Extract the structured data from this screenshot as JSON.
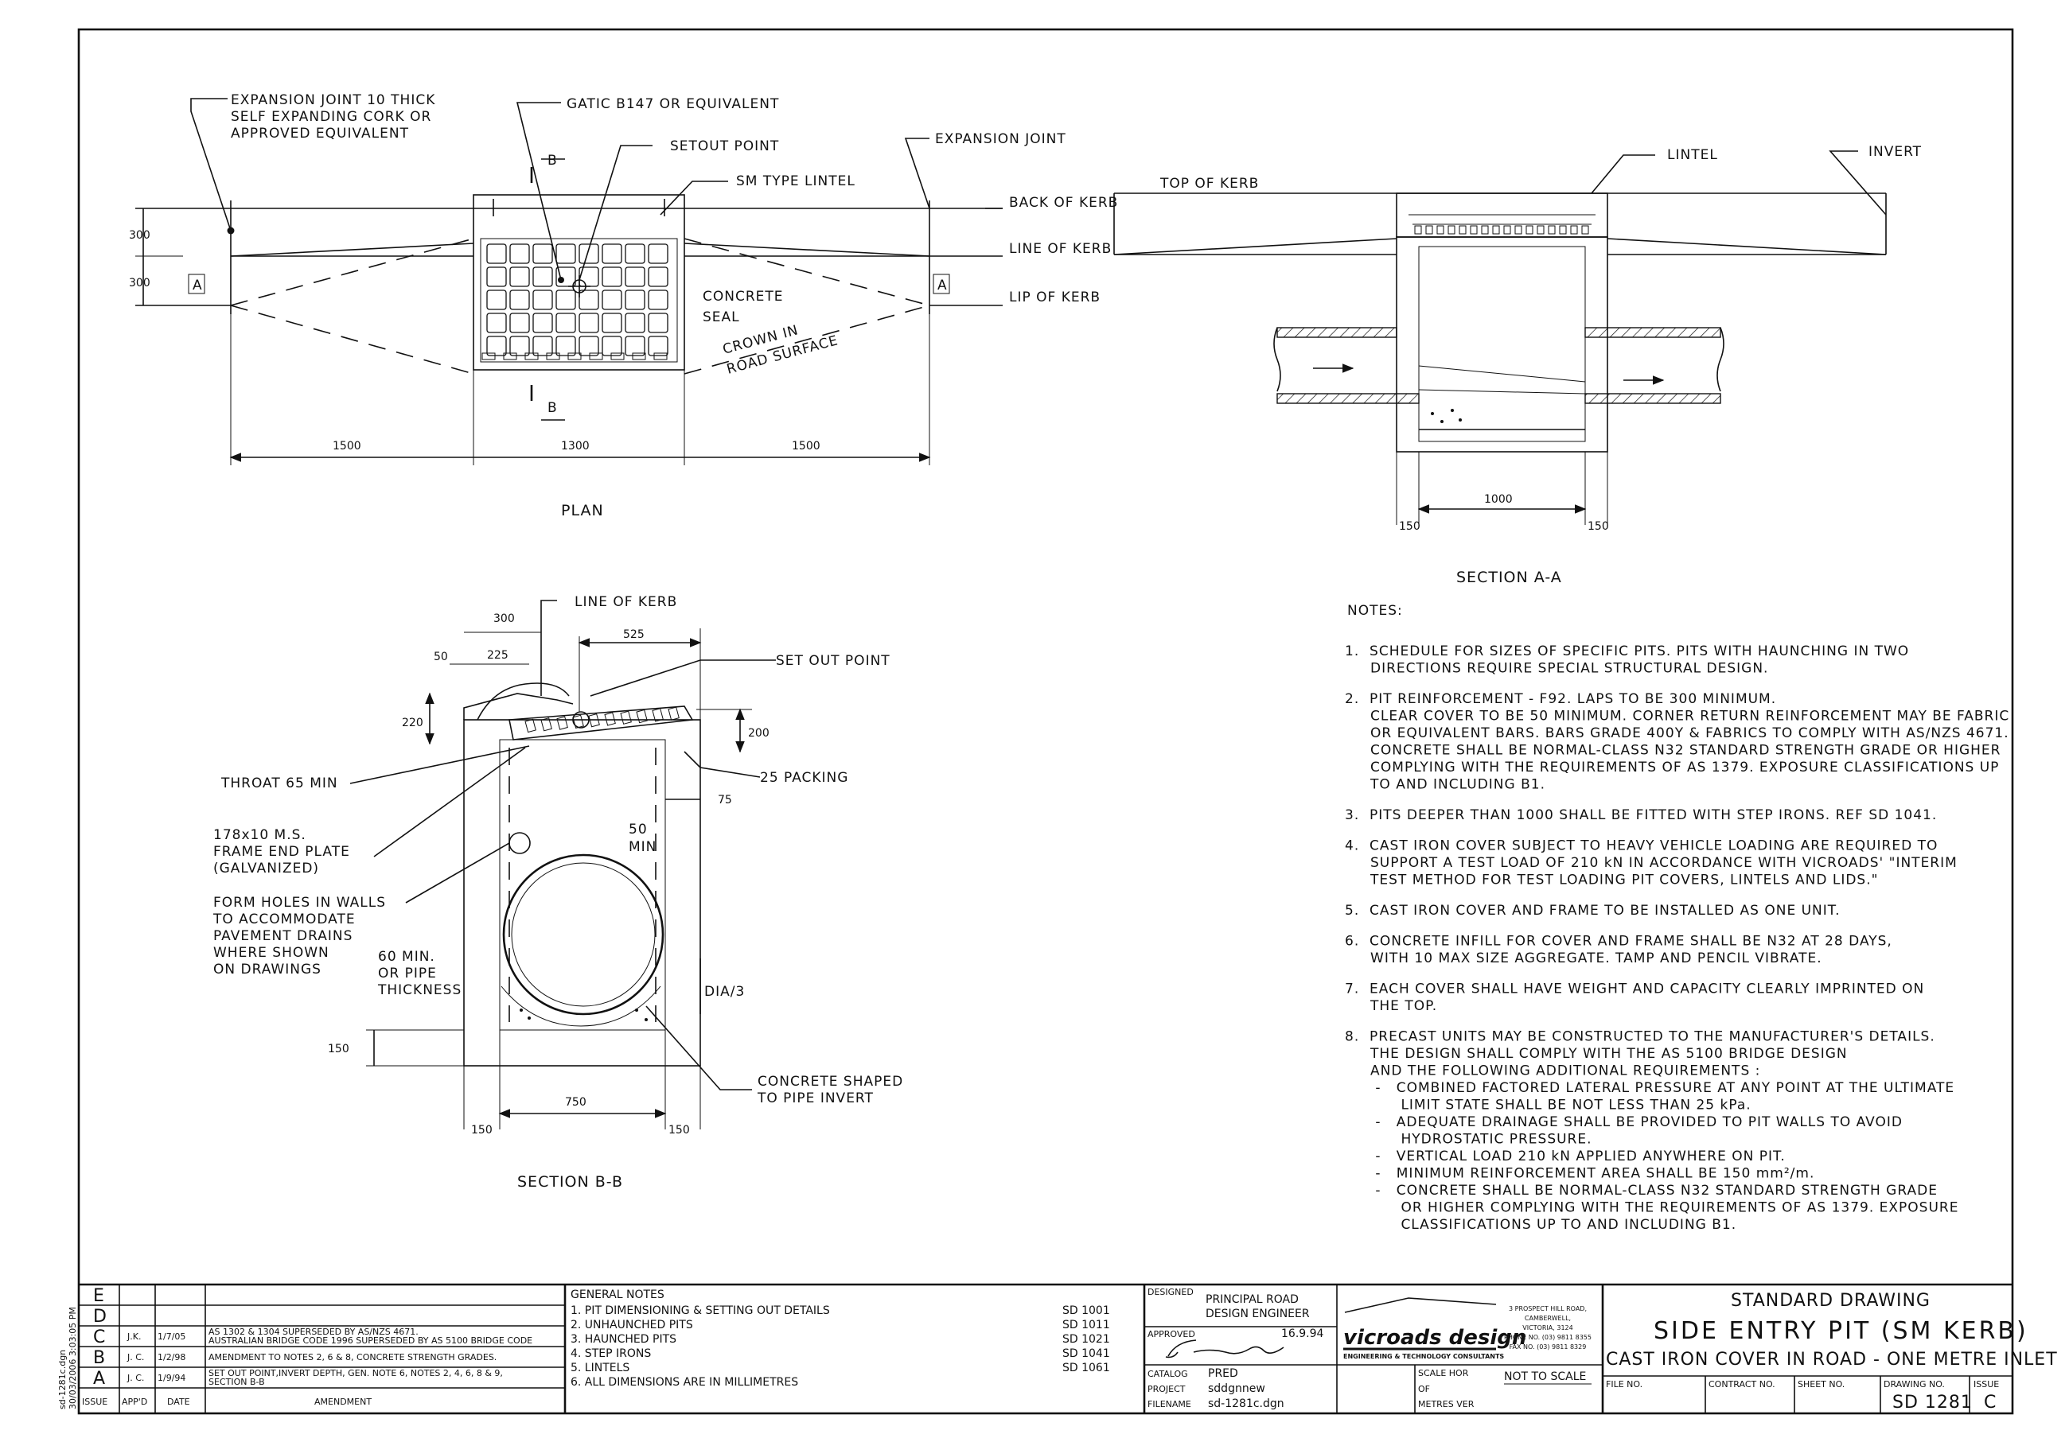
{
  "plan": {
    "title": "PLAN",
    "labels": {
      "expansion_joint_left": [
        "EXPANSION JOINT 10 THICK",
        "SELF EXPANDING CORK OR",
        "APPROVED EQUIVALENT"
      ],
      "gatic": "GATIC B147 OR EQUIVALENT",
      "setout_point": "SETOUT POINT",
      "sm_lintel": "SM TYPE LINTEL",
      "expansion_joint_right": "EXPANSION JOINT",
      "back_of_kerb": "BACK OF KERB",
      "line_of_kerb": "LINE OF KERB",
      "lip_of_kerb": "LIP OF KERB",
      "concrete_seal": [
        "CONCRETE",
        "SEAL"
      ],
      "crown": [
        "CROWN IN",
        "ROAD SURFACE"
      ],
      "section_a": "A",
      "section_b": "B"
    },
    "dims": {
      "d300a": "300",
      "d300b": "300",
      "d1500a": "1500",
      "d1300": "1300",
      "d1500b": "1500"
    }
  },
  "section_aa": {
    "title": "SECTION A-A",
    "labels": {
      "top_of_kerb": "TOP OF KERB",
      "lintel": "LINTEL",
      "invert": "INVERT"
    },
    "dims": {
      "d1000": "1000",
      "d150a": "150",
      "d150b": "150"
    }
  },
  "section_bb": {
    "title": "SECTION B-B",
    "labels": {
      "line_of_kerb": "LINE OF KERB",
      "set_out_point": "SET OUT POINT",
      "packing": "25 PACKING",
      "throat": "THROAT 65 MIN",
      "frame_end": [
        "178x10 M.S.",
        "FRAME END PLATE",
        "(GALVANIZED)"
      ],
      "form_holes": [
        "FORM HOLES IN WALLS",
        "TO ACCOMMODATE",
        "PAVEMENT DRAINS",
        "WHERE SHOWN",
        "ON DRAWINGS"
      ],
      "min60": [
        "60 MIN.",
        "OR PIPE",
        "THICKNESS"
      ],
      "min50": [
        "50",
        "MIN"
      ],
      "dia3": "DIA/3",
      "concrete_shaped": [
        "CONCRETE SHAPED",
        "TO PIPE INVERT"
      ]
    },
    "dims": {
      "d300": "300",
      "d525": "525",
      "d50": "50",
      "d225": "225",
      "d220": "220",
      "d200": "200",
      "d75": "75",
      "d150": "150",
      "d750": "750",
      "d150a": "150",
      "d150b": "150"
    }
  },
  "notes": {
    "heading": "NOTES:",
    "items": [
      {
        "lines": [
          "1.  SCHEDULE FOR SIZES OF SPECIFIC PITS. PITS WITH HAUNCHING IN TWO",
          "     DIRECTIONS REQUIRE SPECIAL STRUCTURAL DESIGN."
        ]
      },
      {
        "lines": [
          "2.  PIT REINFORCEMENT - F92. LAPS TO BE 300 MINIMUM.",
          "     CLEAR COVER TO BE 50 MINIMUM. CORNER RETURN REINFORCEMENT MAY BE FABRIC",
          "     OR EQUIVALENT BARS. BARS GRADE 400Y & FABRICS TO COMPLY WITH AS/NZS 4671.",
          "     CONCRETE SHALL BE NORMAL-CLASS N32 STANDARD STRENGTH GRADE OR HIGHER",
          "     COMPLYING WITH THE REQUIREMENTS OF AS 1379. EXPOSURE CLASSIFICATIONS UP",
          "     TO AND INCLUDING B1."
        ]
      },
      {
        "lines": [
          "3.  PITS DEEPER THAN 1000 SHALL BE FITTED WITH STEP IRONS. REF SD 1041."
        ]
      },
      {
        "lines": [
          "4.  CAST IRON COVER SUBJECT TO HEAVY VEHICLE LOADING ARE REQUIRED TO",
          "     SUPPORT A TEST LOAD OF 210 kN IN ACCORDANCE WITH VICROADS' \"INTERIM",
          "     TEST METHOD FOR TEST LOADING PIT COVERS, LINTELS AND LIDS.\""
        ]
      },
      {
        "lines": [
          "5.  CAST IRON COVER AND FRAME TO BE INSTALLED AS ONE UNIT."
        ]
      },
      {
        "lines": [
          "6.  CONCRETE INFILL FOR COVER AND FRAME SHALL BE N32 AT 28 DAYS,",
          "     WITH 10 MAX SIZE AGGREGATE. TAMP AND PENCIL VIBRATE."
        ]
      },
      {
        "lines": [
          "7.  EACH COVER SHALL HAVE WEIGHT AND CAPACITY CLEARLY IMPRINTED ON",
          "     THE TOP."
        ]
      },
      {
        "lines": [
          "8.  PRECAST UNITS MAY BE CONSTRUCTED TO THE MANUFACTURER'S DETAILS.",
          "     THE DESIGN SHALL COMPLY WITH THE AS 5100 BRIDGE DESIGN",
          "     AND THE FOLLOWING ADDITIONAL REQUIREMENTS :",
          "      -   COMBINED FACTORED LATERAL PRESSURE AT ANY POINT AT THE ULTIMATE",
          "           LIMIT STATE SHALL BE NOT LESS THAN 25 kPa.",
          "      -   ADEQUATE DRAINAGE SHALL BE PROVIDED TO PIT WALLS TO AVOID",
          "           HYDROSTATIC PRESSURE.",
          "      -   VERTICAL LOAD 210 kN APPLIED ANYWHERE ON PIT.",
          "      -   MINIMUM REINFORCEMENT AREA SHALL BE 150 mm²/m.",
          "      -   CONCRETE SHALL BE NORMAL-CLASS N32 STANDARD STRENGTH GRADE",
          "           OR HIGHER COMPLYING WITH THE REQUIREMENTS OF AS 1379. EXPOSURE",
          "           CLASSIFICATIONS UP TO AND INCLUDING B1."
        ]
      }
    ]
  },
  "amendments": {
    "rows": [
      {
        "issue": "E",
        "appd": "",
        "date": "",
        "text": [
          ""
        ]
      },
      {
        "issue": "D",
        "appd": "",
        "date": "",
        "text": [
          ""
        ]
      },
      {
        "issue": "C",
        "appd": "J.K.",
        "date": "1/7/05",
        "text": [
          "AS 1302 & 1304 SUPERSEDED BY AS/NZS 4671.",
          "AUSTRALIAN BRIDGE CODE 1996 SUPERSEDED BY AS 5100 BRIDGE CODE"
        ]
      },
      {
        "issue": "B",
        "appd": "J. C.",
        "date": "1/2/98",
        "text": [
          "AMENDMENT TO NOTES 2, 6 & 8, CONCRETE STRENGTH GRADES."
        ]
      },
      {
        "issue": "A",
        "appd": "J. C.",
        "date": "1/9/94",
        "text": [
          "SET OUT POINT,INVERT DEPTH, GEN. NOTE 6, NOTES 2, 4, 6, 8 & 9,",
          "SECTION B-B"
        ]
      }
    ],
    "headers": {
      "issue": "ISSUE",
      "appd": "APP'D",
      "date": "DATE",
      "amendment": "AMENDMENT"
    },
    "side_stamp": [
      "sd-1281c.dgn",
      "30/03/2006 3:03:05 PM"
    ]
  },
  "general_notes": {
    "heading": "GENERAL NOTES",
    "items": [
      {
        "text": "1.  PIT DIMENSIONING & SETTING OUT DETAILS",
        "ref": "SD 1001"
      },
      {
        "text": "2.  UNHAUNCHED PITS",
        "ref": "SD 1011"
      },
      {
        "text": "3.  HAUNCHED PITS",
        "ref": "SD 1021"
      },
      {
        "text": "4.  STEP IRONS",
        "ref": "SD 1041"
      },
      {
        "text": "5.  LINTELS",
        "ref": "SD 1061"
      },
      {
        "text": "6.  ALL DIMENSIONS ARE IN MILLIMETRES",
        "ref": ""
      }
    ]
  },
  "title_block": {
    "designed_label": "DESIGNED",
    "designed_by": [
      "PRINCIPAL ROAD",
      "DESIGN ENGINEER"
    ],
    "approved_label": "APPROVED",
    "approved_date": "16.9.94",
    "catalog_label": "CATALOG",
    "catalog": "PRED",
    "project_label": "PROJECT",
    "project": "sddgnnew",
    "filename_label": "FILENAME",
    "filename": "sd-1281c.dgn",
    "logo_text": "vicroads design",
    "logo_sub": "ENGINEERING & TECHNOLOGY CONSULTANTS",
    "address": [
      "3 PROSPECT HILL ROAD,",
      "CAMBERWELL,",
      "VICTORIA, 3124",
      "PHONE NO. (03) 9811 8355",
      "FAX NO. (03) 9811 8329"
    ],
    "scale_label": [
      "SCALE  HOR",
      "OF",
      "METRES  VER"
    ],
    "scale_value": "NOT TO SCALE",
    "std_drawing": "STANDARD DRAWING",
    "title_main": "SIDE ENTRY PIT (SM KERB)",
    "title_sub": "CAST IRON COVER IN ROAD - ONE METRE INLET",
    "file_no_label": "FILE NO.",
    "contract_label": "CONTRACT NO.",
    "sheet_label": "SHEET NO.",
    "drawing_no_label": "DRAWING NO.",
    "drawing_no": "SD 1281",
    "issue_label": "ISSUE",
    "issue": "C"
  },
  "colors": {
    "ink": "#111111",
    "paper": "#ffffff"
  }
}
